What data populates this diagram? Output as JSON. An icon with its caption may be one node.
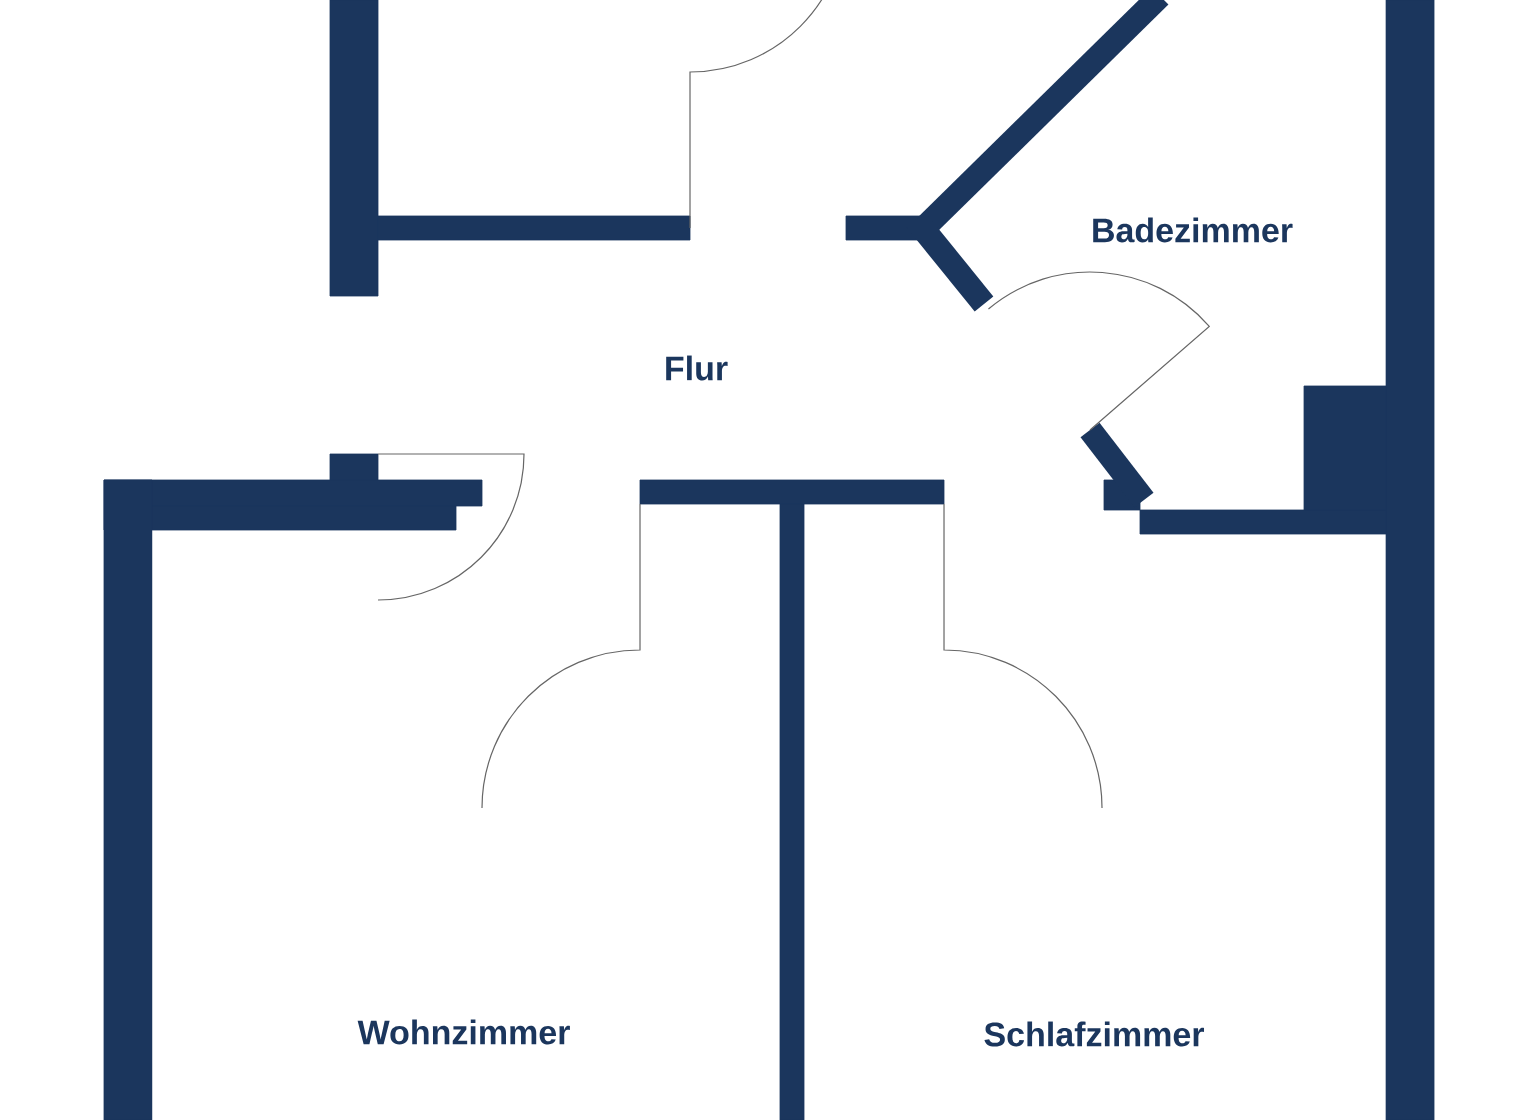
{
  "diagram": {
    "labels": [
      "Badezimmer",
      "Flur",
      "Wohnzimmer",
      "Schlafzimmer"
    ]
  }
}
